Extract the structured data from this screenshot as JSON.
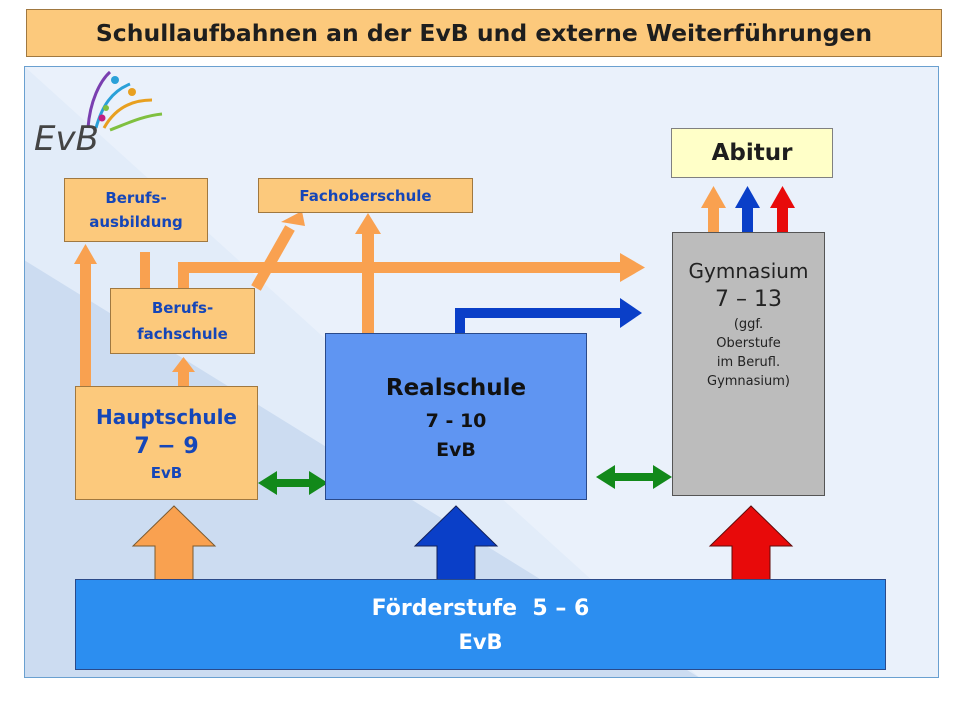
{
  "title": "Schullaufbahnen an der EvB und externe Weiterführungen",
  "logo": {
    "text": "EvB"
  },
  "boxes": {
    "berufsausbildung": {
      "line1": "Berufs-",
      "line2": "ausbildung"
    },
    "fachoberschule": {
      "label": "Fachoberschule"
    },
    "abitur": {
      "label": "Abitur"
    },
    "berufsfachschule": {
      "line1": "Berufs-",
      "line2": "fachschule"
    },
    "hauptschule": {
      "name": "Hauptschule",
      "grades": "7 − 9",
      "school": "EvB"
    },
    "realschule": {
      "name": "Realschule",
      "grades": "7 - 10",
      "school": "EvB"
    },
    "gymnasium": {
      "name": "Gymnasium",
      "grades": "7 – 13",
      "note1": "(ggf.",
      "note2": "Oberstufe",
      "note3": "im Berufl.",
      "note4": "Gymnasium)"
    },
    "foerderstufe": {
      "name": "Förderstufe  5 – 6",
      "school": "EvB"
    }
  },
  "colors": {
    "orange": "#fcc97c",
    "arrow_orange": "#f9a150",
    "arrow_blue": "#0a3fc8",
    "arrow_red": "#e80a0a",
    "arrow_green": "#12891a",
    "realschule": "#5f95f2",
    "gymnasium": "#bcbcbc",
    "foerderstufe": "#2c8ef0"
  }
}
